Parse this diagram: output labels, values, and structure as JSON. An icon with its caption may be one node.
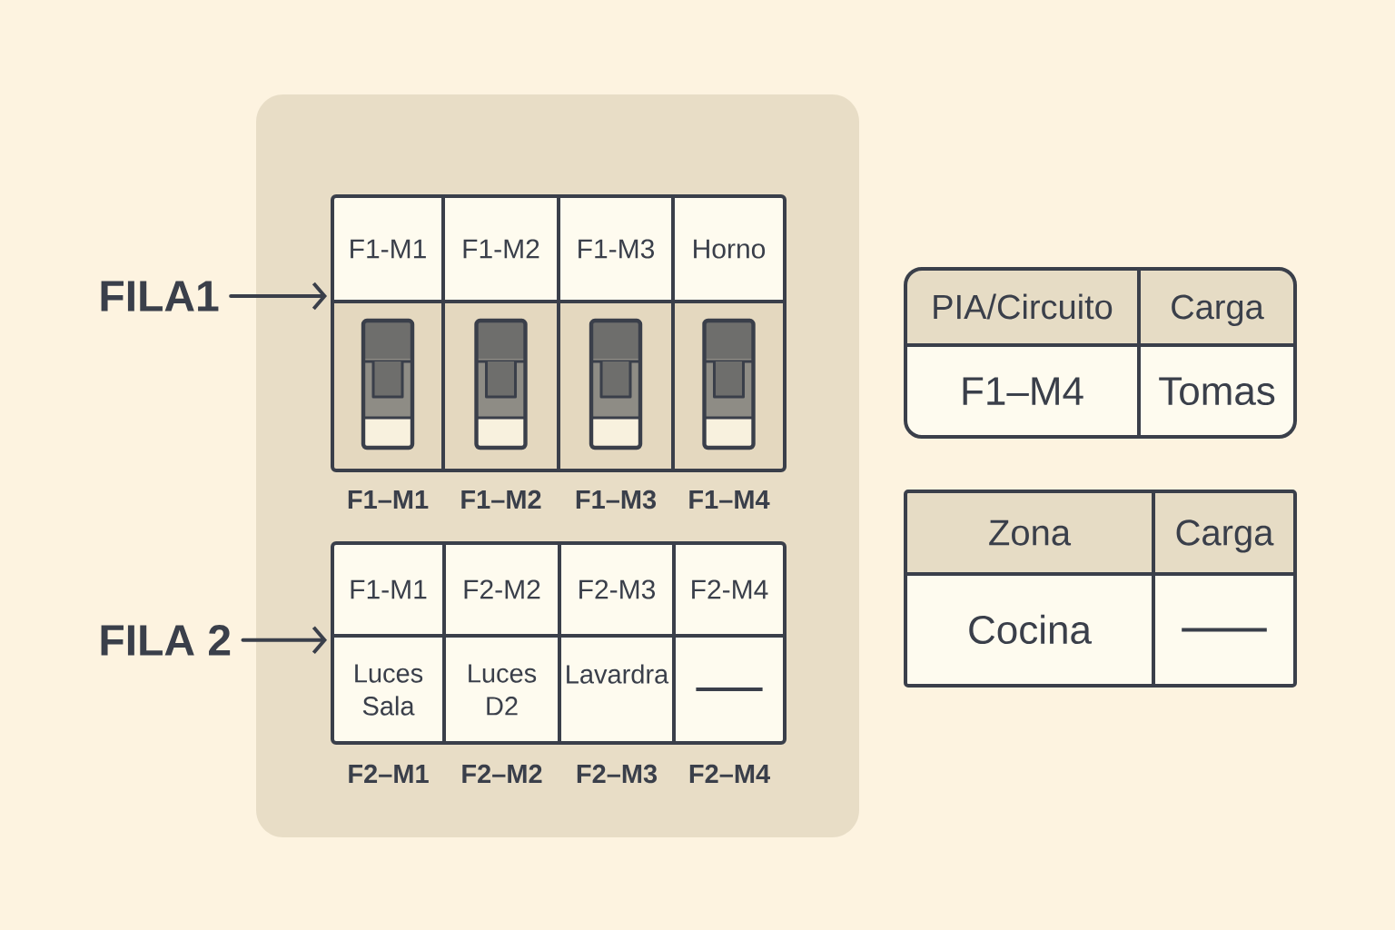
{
  "diagram": {
    "nodes": [
      {
        "text": [],
        "shape": "box"
      },
      {
        "text": [
          "FILA1"
        ]
      },
      {
        "text": [
          "F1-M1",
          "F1-M2",
          "F1-M3",
          "Horno"
        ],
        "beside": [
          "F1–M1",
          "F1–M2",
          "F1–M3",
          "F1–M4"
        ],
        "in": 0
      },
      {
        "text": [
          "FILA 2"
        ]
      },
      {
        "text": [
          "F1-M1",
          "F2-M2",
          "F2-M3",
          "F2-M4",
          "Luces Sala",
          "Luces D2",
          "Lavardra"
        ],
        "beside": [
          "F2–M1",
          "F2–M2",
          "F2–M3",
          "F2–M4"
        ],
        "in": 0
      },
      {
        "text": [
          "PIA/Circuito",
          "Carga",
          "F1–M4",
          "Tomas"
        ]
      },
      {
        "text": [
          "Zona",
          "Carga",
          "Cocina"
        ]
      }
    ],
    "edges": [
      {
        "from": 1,
        "to": 2,
        "arrow": "to"
      },
      {
        "from": 3,
        "to": 4,
        "arrow": "to"
      }
    ]
  }
}
